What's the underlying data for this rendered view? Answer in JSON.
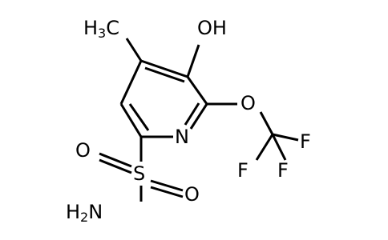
{
  "molecule": {
    "atoms": {
      "methyl": {
        "prefix": "H",
        "subscript": "3",
        "suffix": "C"
      },
      "hydroxyl": "OH",
      "ether_oxygen": "O",
      "fluorine_right": "F",
      "fluorine_bottom_left": "F",
      "fluorine_bottom_right": "F",
      "ring_nitrogen": "N",
      "sulfur": "S",
      "sulfonyl_oxygen_left": "O",
      "sulfonyl_oxygen_right": "O",
      "amine": {
        "prefix": "H",
        "subscript": "2",
        "suffix": "N"
      }
    }
  }
}
